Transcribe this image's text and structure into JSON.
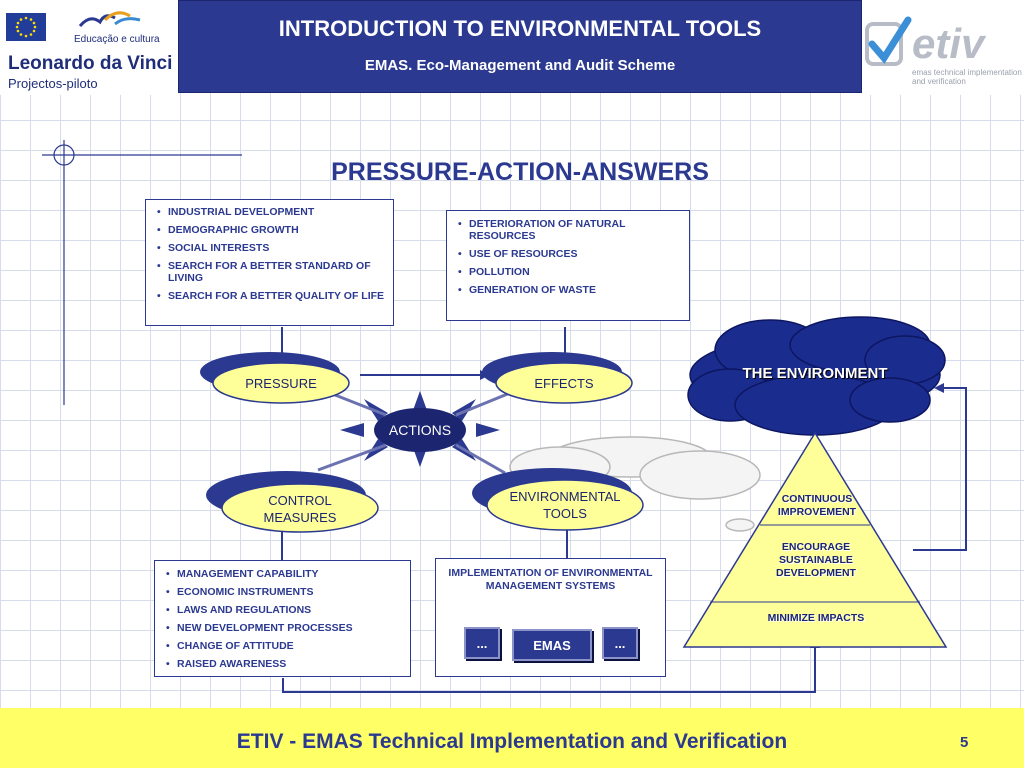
{
  "header": {
    "title": "INTRODUCTION TO ENVIRONMENTAL TOOLS",
    "subtitle": "EMAS. Eco-Management and Audit Scheme"
  },
  "logos": {
    "eu_program": "Educação e cultura",
    "ldv_name": "Leonardo da Vinci",
    "ldv_sub": "Projectos-piloto",
    "etiv_word": "etiv",
    "etiv_tagline": "emas technical implementation and verification"
  },
  "slide": {
    "title": "PRESSURE-ACTION-ANSWERS"
  },
  "boxes": {
    "pressure_causes": [
      "INDUSTRIAL DEVELOPMENT",
      "DEMOGRAPHIC GROWTH",
      "SOCIAL INTERESTS",
      "SEARCH FOR A BETTER STANDARD OF LIVING",
      "SEARCH FOR A BETTER QUALITY OF LIFE"
    ],
    "effects_list": [
      "DETERIORATION OF NATURAL RESOURCES",
      "USE OF RESOURCES",
      "POLLUTION",
      "GENERATION OF WASTE"
    ],
    "control_list": [
      "MANAGEMENT CAPABILITY",
      "ECONOMIC INSTRUMENTS",
      "LAWS AND REGULATIONS",
      "NEW DEVELOPMENT PROCESSES",
      "CHANGE OF ATTITUDE",
      "RAISED AWARENESS"
    ],
    "implementation_title": "IMPLEMENTATION OF ENVIRONMENTAL MANAGEMENT SYSTEMS",
    "emas_left": "...",
    "emas_center": "EMAS",
    "emas_right": "..."
  },
  "nodes": {
    "pressure": "PRESSURE",
    "effects": "EFFECTS",
    "actions": "ACTIONS",
    "control": "CONTROL MEASURES",
    "env_tools": "ENVIRONMENTAL TOOLS",
    "environment": "THE ENVIRONMENT"
  },
  "pyramid": {
    "top": "CONTINUOUS IMPROVEMENT",
    "middle": "ENCOURAGE SUSTAINABLE DEVELOPMENT",
    "bottom": "MINIMIZE IMPACTS"
  },
  "footer": {
    "text": "ETIV - EMAS Technical Implementation and Verification",
    "page": "5"
  },
  "colors": {
    "primary": "#2b3990",
    "oval_fill": "#ffff99",
    "cloud_fill": "#1b2c8f",
    "pyramid_fill": "#ffff99",
    "footer_fill": "#ffff66"
  }
}
